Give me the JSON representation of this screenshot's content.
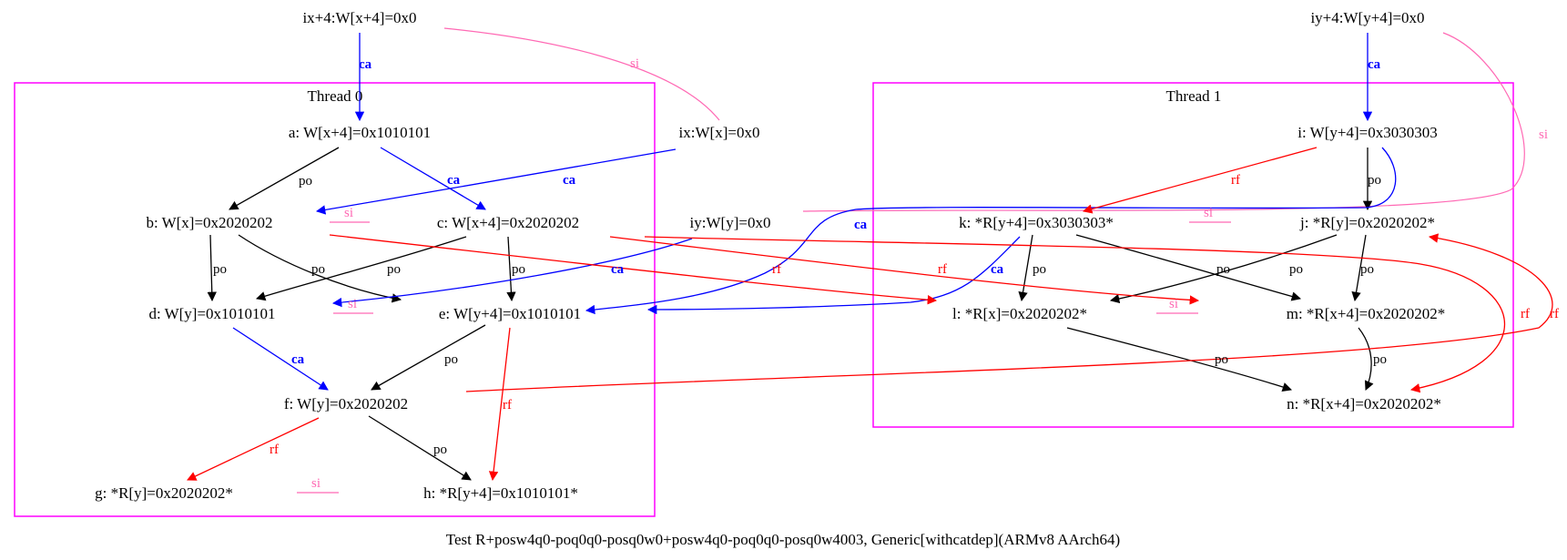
{
  "caption": "Test R+posw4q0-poq0q0-posq0w0+posw4q0-poq0q0-posq0w4003, Generic[withcatdep](ARMv8 AArch64)",
  "clusters": {
    "thread0": "Thread 0",
    "thread1": "Thread 1"
  },
  "nodes": {
    "ix4": "ix+4:W[x+4]=0x0",
    "iy4": "iy+4:W[y+4]=0x0",
    "ix": "ix:W[x]=0x0",
    "iy": "iy:W[y]=0x0",
    "a": "a: W[x+4]=0x1010101",
    "b": "b: W[x]=0x2020202",
    "c": "c: W[x+4]=0x2020202",
    "d": "d: W[y]=0x1010101",
    "e": "e: W[y+4]=0x1010101",
    "f": "f: W[y]=0x2020202",
    "g": "g: *R[y]=0x2020202*",
    "h": "h: *R[y+4]=0x1010101*",
    "i": "i: W[y+4]=0x3030303",
    "j": "j: *R[y]=0x2020202*",
    "k": "k: *R[y+4]=0x3030303*",
    "l": "l: *R[x]=0x2020202*",
    "m": "m: *R[x+4]=0x2020202*",
    "n": "n: *R[x+4]=0x2020202*"
  },
  "edge_labels": {
    "po": "po",
    "rf": "rf",
    "ca": "ca",
    "si": "si"
  },
  "colors": {
    "po": "#000000",
    "rf": "#ff0000",
    "ca": "#0000ff",
    "si": "#ff69b4",
    "cluster": "#ff00ff"
  }
}
